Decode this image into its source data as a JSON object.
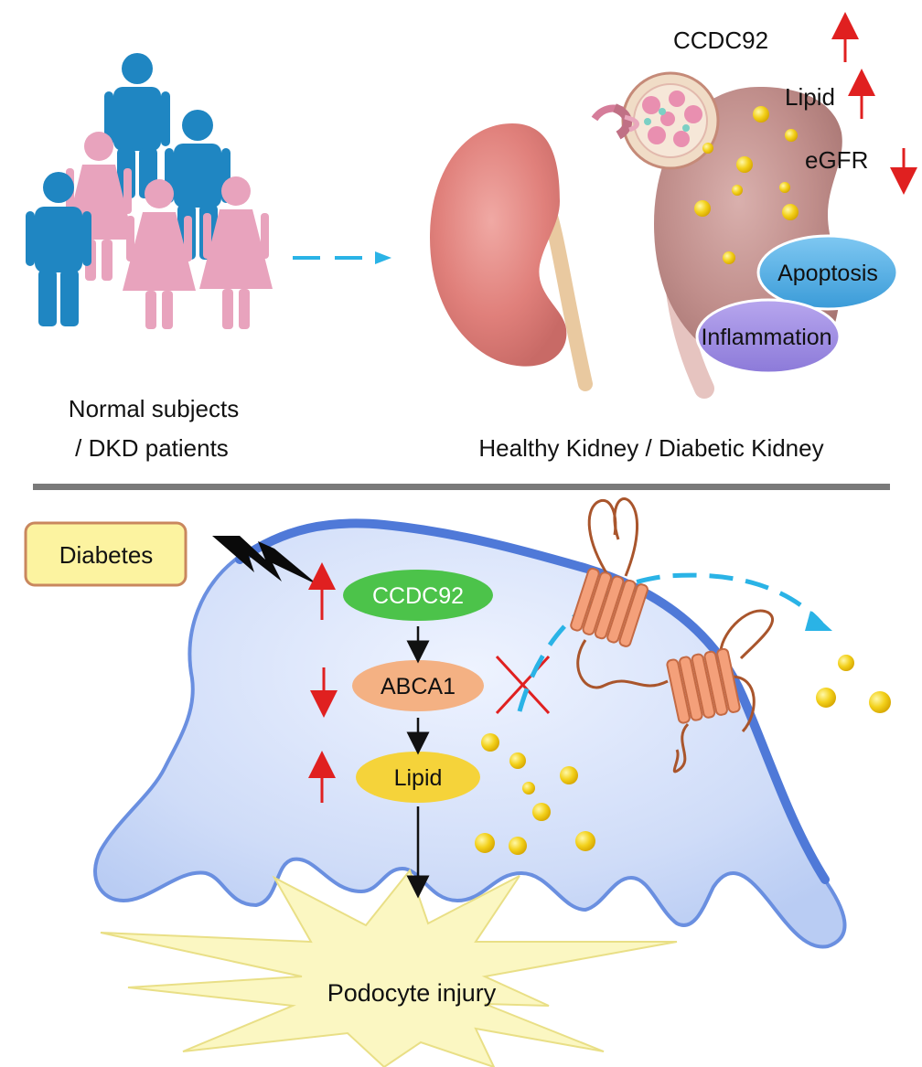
{
  "top_panel": {
    "people_caption_line1": "Normal subjects",
    "people_caption_line2": "/ DKD patients",
    "kidney_caption": "Healthy Kidney / Diabetic Kidney",
    "markers": [
      {
        "label": "CCDC92",
        "direction": "up"
      },
      {
        "label": "Lipid",
        "direction": "up"
      },
      {
        "label": "eGFR",
        "direction": "down"
      }
    ],
    "apoptosis_label": "Apoptosis",
    "inflammation_label": "Inflammation",
    "male_color": "#1f86c2",
    "female_color": "#e8a3bd"
  },
  "bottom_panel": {
    "trigger_label": "Diabetes",
    "pathway": [
      {
        "label": "CCDC92",
        "direction": "up",
        "color": "#4cc34a"
      },
      {
        "label": "ABCA1",
        "direction": "down",
        "color": "#f4b183"
      },
      {
        "label": "Lipid",
        "direction": "up",
        "color": "#f5d33a"
      }
    ],
    "outcome_label": "Podocyte injury",
    "arrow_color": "#e02020",
    "dashed_color": "#2ab3e6",
    "lipid_color": "#f3d11b"
  }
}
